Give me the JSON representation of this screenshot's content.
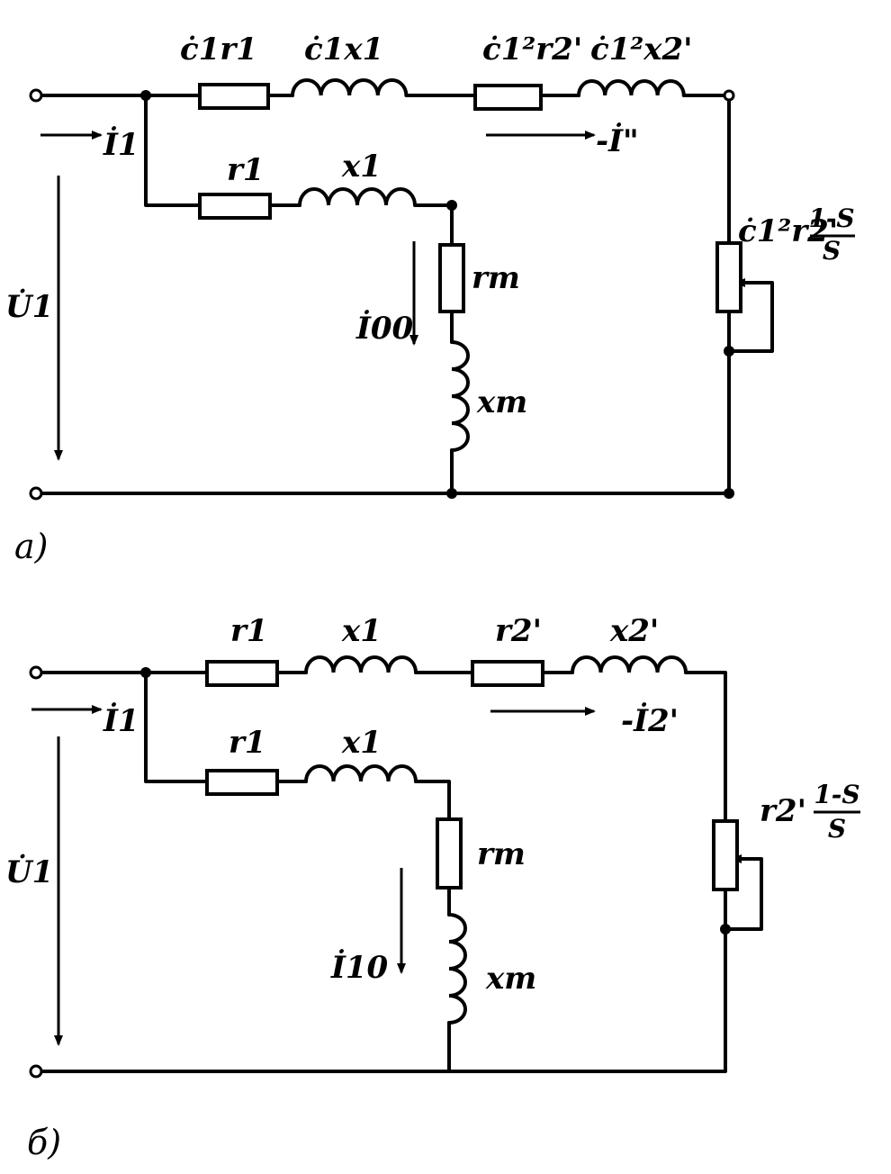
{
  "diagram_a": {
    "caption": "a)",
    "series_r": "ċ1r1",
    "series_x": "ċ1x1",
    "series_r2": "ċ1²r2'",
    "series_x2": "ċ1²x2'",
    "branch_r": "r1",
    "branch_x": "x1",
    "mag_r": "rm",
    "mag_x": "xm",
    "load": "ċ1²r2'",
    "load_frac_num": "1-S",
    "load_frac_den": "S",
    "current_in": "İ1",
    "current_out": "-İ\"",
    "current_mag": "İ00",
    "voltage": "U̇1"
  },
  "diagram_b": {
    "caption": "б)",
    "series_r": "r1",
    "series_x": "x1",
    "series_r2": "r2'",
    "series_x2": "x2'",
    "branch_r": "r1",
    "branch_x": "x1",
    "mag_r": "rm",
    "mag_x": "xm",
    "load": "r2'",
    "load_frac_num": "1-S",
    "load_frac_den": "S",
    "current_in": "İ1",
    "current_out": "-İ2'",
    "current_mag": "İ10",
    "voltage": "U̇1"
  }
}
